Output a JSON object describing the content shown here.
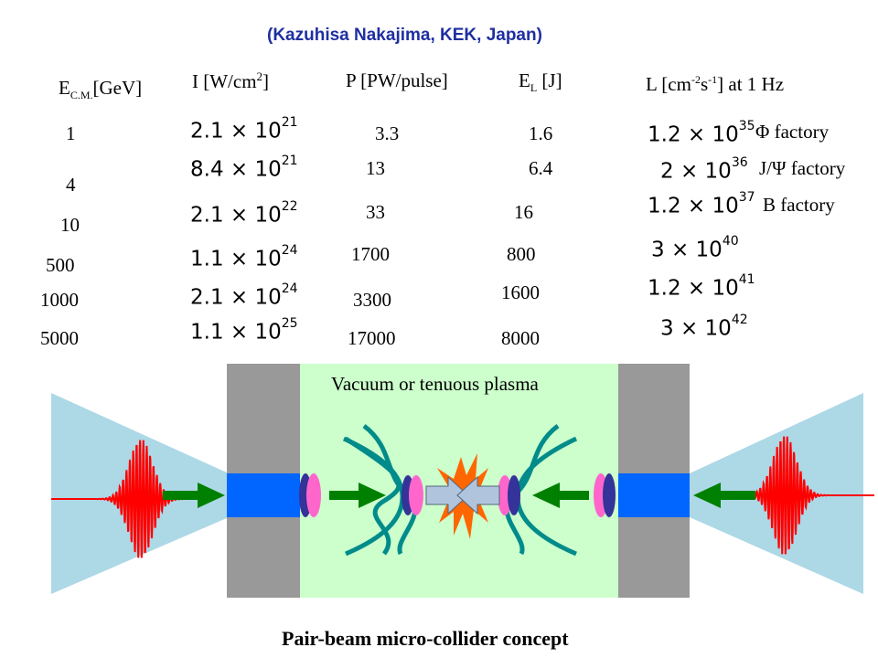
{
  "credit": "(Kazuhisa Nakajima, KEK, Japan)",
  "headers": {
    "ecm": "E",
    "ecm_sub": "C.M.",
    "ecm_unit": "[GeV]",
    "intensity": "I [W/cm",
    "intensity_sup": "2",
    "intensity_end": "]",
    "power": "P [PW/pulse]",
    "energy": "E",
    "energy_sub": "L",
    "energy_unit": " [J]",
    "lum": "L [cm",
    "lum_sup1": "-2",
    "lum_mid": "s",
    "lum_sup2": "-1",
    "lum_end": "]  at 1 Hz"
  },
  "rows": [
    {
      "ecm": "1",
      "i_m": "2.1",
      "i_e": "21",
      "p": "3.3",
      "el": "1.6",
      "l_m": "1.2",
      "l_e": "35",
      "factory": "Φ factory"
    },
    {
      "ecm": "4",
      "i_m": "8.4",
      "i_e": "21",
      "p": "13",
      "el": "6.4",
      "l_m": "2",
      "l_e": "36",
      "factory": "J/Ψ factory"
    },
    {
      "ecm": "10",
      "i_m": "2.1",
      "i_e": "22",
      "p": "33",
      "el": "16",
      "l_m": "1.2",
      "l_e": "37",
      "factory": "B factory"
    },
    {
      "ecm": "500",
      "i_m": "1.1",
      "i_e": "24",
      "p": "1700",
      "el": "800",
      "l_m": "3",
      "l_e": "40",
      "factory": ""
    },
    {
      "ecm": "1000",
      "i_m": "2.1",
      "i_e": "24",
      "p": "3300",
      "el": "1600",
      "l_m": "1.2",
      "l_e": "41",
      "factory": ""
    },
    {
      "ecm": "5000",
      "i_m": "1.1",
      "i_e": "25",
      "p": "17000",
      "el": "8000",
      "l_m": "3",
      "l_e": "42",
      "factory": ""
    }
  ],
  "sci_times": "× 10",
  "diagram": {
    "chamber_label": "Vacuum or tenuous plasma",
    "colors": {
      "laser_cone": "#add8e6",
      "wall": "#999999",
      "chamber": "#ccffcc",
      "channel": "#0066ff",
      "pulse": "#ff0000",
      "arrow": "#008000",
      "wave": "#008b8b",
      "bunch_dark": "#333399",
      "bunch_pink": "#ff66cc",
      "burst": "#ff6600",
      "collide_arrow": "#b0c4de"
    }
  },
  "caption": "Pair-beam micro-collider concept"
}
